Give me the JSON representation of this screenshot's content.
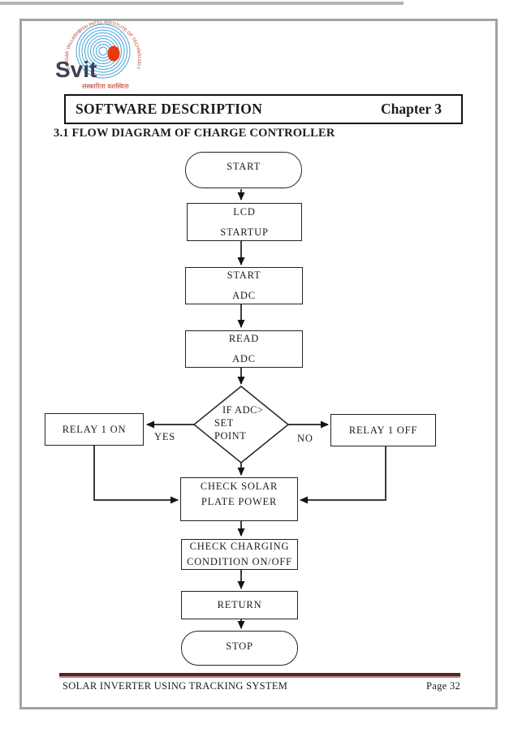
{
  "logo": {
    "brand": "Svit",
    "arc_text": "SARDAR VALLABHBHAI PATEL INSTITUTE OF TECHNOLOGY",
    "motto": "संस्कारिता यशस्विता",
    "colors": {
      "ring": "#45a7d9",
      "dot": "#e8380d",
      "brand": "#3f3f52",
      "accent_red": "#c0392b"
    }
  },
  "header": {
    "title": "SOFTWARE DESCRIPTION",
    "chapter": "Chapter 3"
  },
  "section_heading": "3.1 FLOW DIAGRAM OF CHARGE CONTROLLER",
  "flowchart": {
    "start": {
      "label": "START"
    },
    "lcd": {
      "line1": "LCD",
      "line2": "STARTUP"
    },
    "start_adc": {
      "line1": "START",
      "line2": "ADC"
    },
    "read_adc": {
      "line1": "READ",
      "line2": "ADC"
    },
    "decision": {
      "line1": "IF ADC>",
      "line2": "SET",
      "line3": "POINT"
    },
    "relay_on": {
      "label": "RELAY 1 ON"
    },
    "relay_off": {
      "label": "RELAY 1 OFF"
    },
    "yes_label": "YES",
    "no_label": "NO",
    "check_solar": {
      "line1": "CHECK SOLAR",
      "line2": "PLATE POWER"
    },
    "check_charging": {
      "line1": "CHECK CHARGING",
      "line2": "CONDITION ON/OFF"
    },
    "return": {
      "label": "RETURN"
    },
    "stop": {
      "label": "STOP"
    }
  },
  "footer": {
    "left": "SOLAR INVERTER USING TRACKING SYSTEM",
    "right": "Page 32",
    "rule_color": "#5a2323"
  }
}
